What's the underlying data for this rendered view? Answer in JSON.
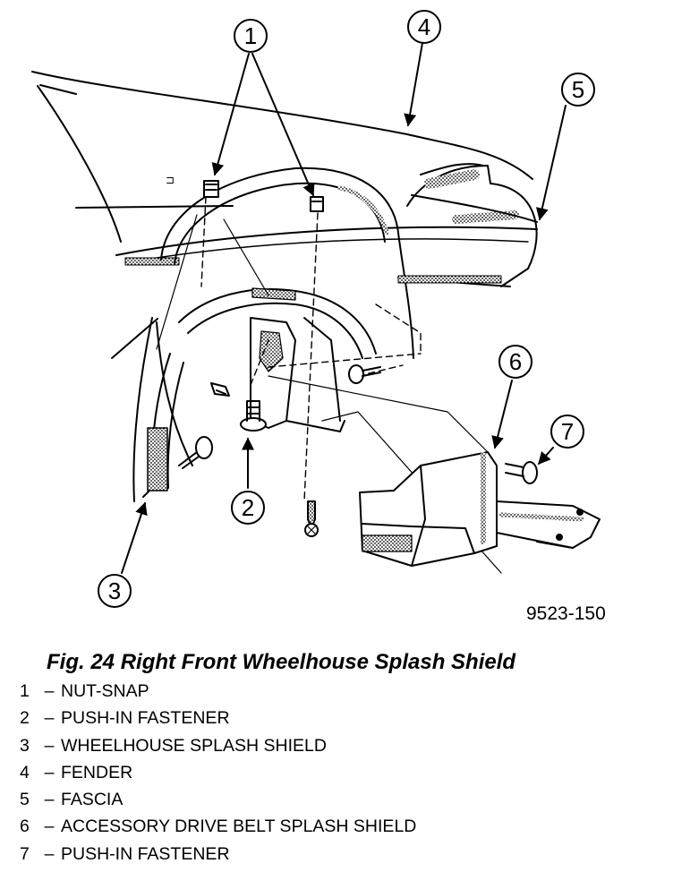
{
  "figure_code": "9523-150",
  "caption": "Fig. 24 Right Front Wheelhouse Splash Shield",
  "callouts": [
    "1",
    "2",
    "3",
    "4",
    "5",
    "6",
    "7"
  ],
  "legend": [
    {
      "num": "1",
      "dash": "–",
      "label": "NUT-SNAP"
    },
    {
      "num": "2",
      "dash": "–",
      "label": "PUSH-IN FASTENER"
    },
    {
      "num": "3",
      "dash": "–",
      "label": "WHEELHOUSE SPLASH SHIELD"
    },
    {
      "num": "4",
      "dash": "–",
      "label": "FENDER"
    },
    {
      "num": "5",
      "dash": "–",
      "label": "FASCIA"
    },
    {
      "num": "6",
      "dash": "–",
      "label": "ACCESSORY DRIVE BELT SPLASH SHIELD"
    },
    {
      "num": "7",
      "dash": "–",
      "label": "PUSH-IN FASTENER"
    }
  ],
  "colors": {
    "ink": "#000000",
    "paper": "#ffffff",
    "shade": "#9a9a9a"
  }
}
